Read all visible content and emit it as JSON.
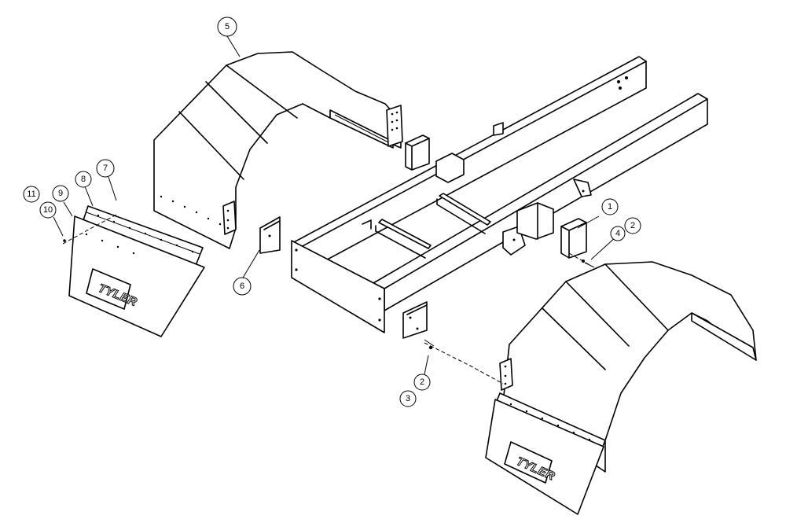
{
  "diagram": {
    "logo_text": "TYLER",
    "callouts": [
      {
        "id": "c1",
        "label": "1"
      },
      {
        "id": "c2a",
        "label": "2"
      },
      {
        "id": "c4",
        "label": "4"
      },
      {
        "id": "c5",
        "label": "5"
      },
      {
        "id": "c6",
        "label": "6"
      },
      {
        "id": "c7",
        "label": "7"
      },
      {
        "id": "c8",
        "label": "8"
      },
      {
        "id": "c9",
        "label": "9"
      },
      {
        "id": "c10",
        "label": "10"
      },
      {
        "id": "c11",
        "label": "11"
      },
      {
        "id": "c2b",
        "label": "2"
      },
      {
        "id": "c3",
        "label": "3"
      }
    ]
  }
}
